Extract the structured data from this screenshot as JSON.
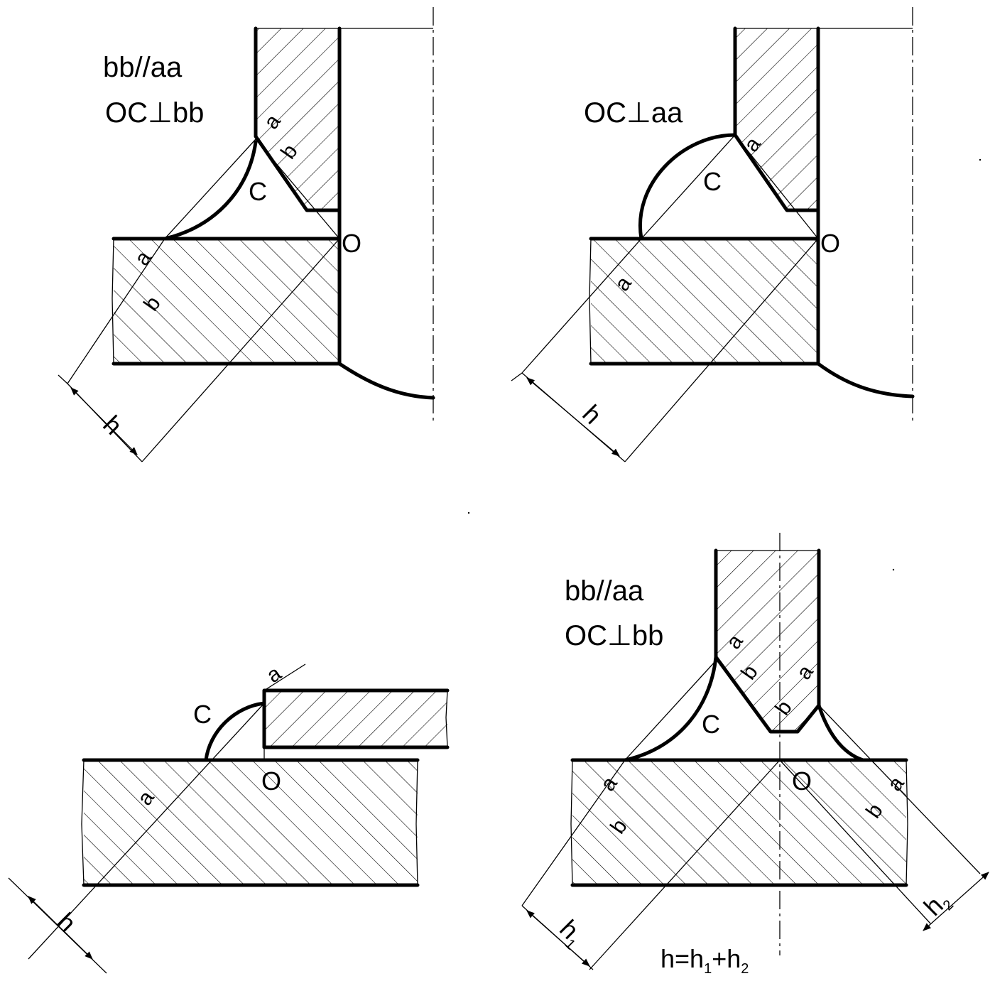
{
  "panels": {
    "top_left": {
      "conditions": [
        "bb//aa",
        "OC⊥bb"
      ],
      "labels": {
        "a_top": "a",
        "b_top": "b",
        "C": "C",
        "O": "O",
        "a_plate": "a",
        "b_plate": "b",
        "h": "h"
      }
    },
    "top_right": {
      "conditions": [
        "OC⊥aa"
      ],
      "labels": {
        "a_top": "a",
        "C": "C",
        "O": "O",
        "a_plate": "a",
        "h": "h"
      }
    },
    "bottom_left": {
      "labels": {
        "a_top": "a",
        "C": "C",
        "O": "O",
        "a_plate": "a",
        "h": "h"
      }
    },
    "bottom_right": {
      "conditions": [
        "bb//aa",
        "OC⊥bb"
      ],
      "labels": {
        "a_left": "a",
        "b_left": "b",
        "a_right": "a",
        "b_right": "b",
        "C": "C",
        "O": "O",
        "a_plate_left": "a",
        "b_plate_left": "b",
        "a_plate_right": "a",
        "b_plate_right": "b",
        "h1": "h",
        "h1_sub": "1",
        "h2": "h",
        "h2_sub": "2"
      },
      "formula": {
        "h": "h=h",
        "sub1": "1",
        "plus": "+h",
        "sub2": "2"
      }
    }
  }
}
